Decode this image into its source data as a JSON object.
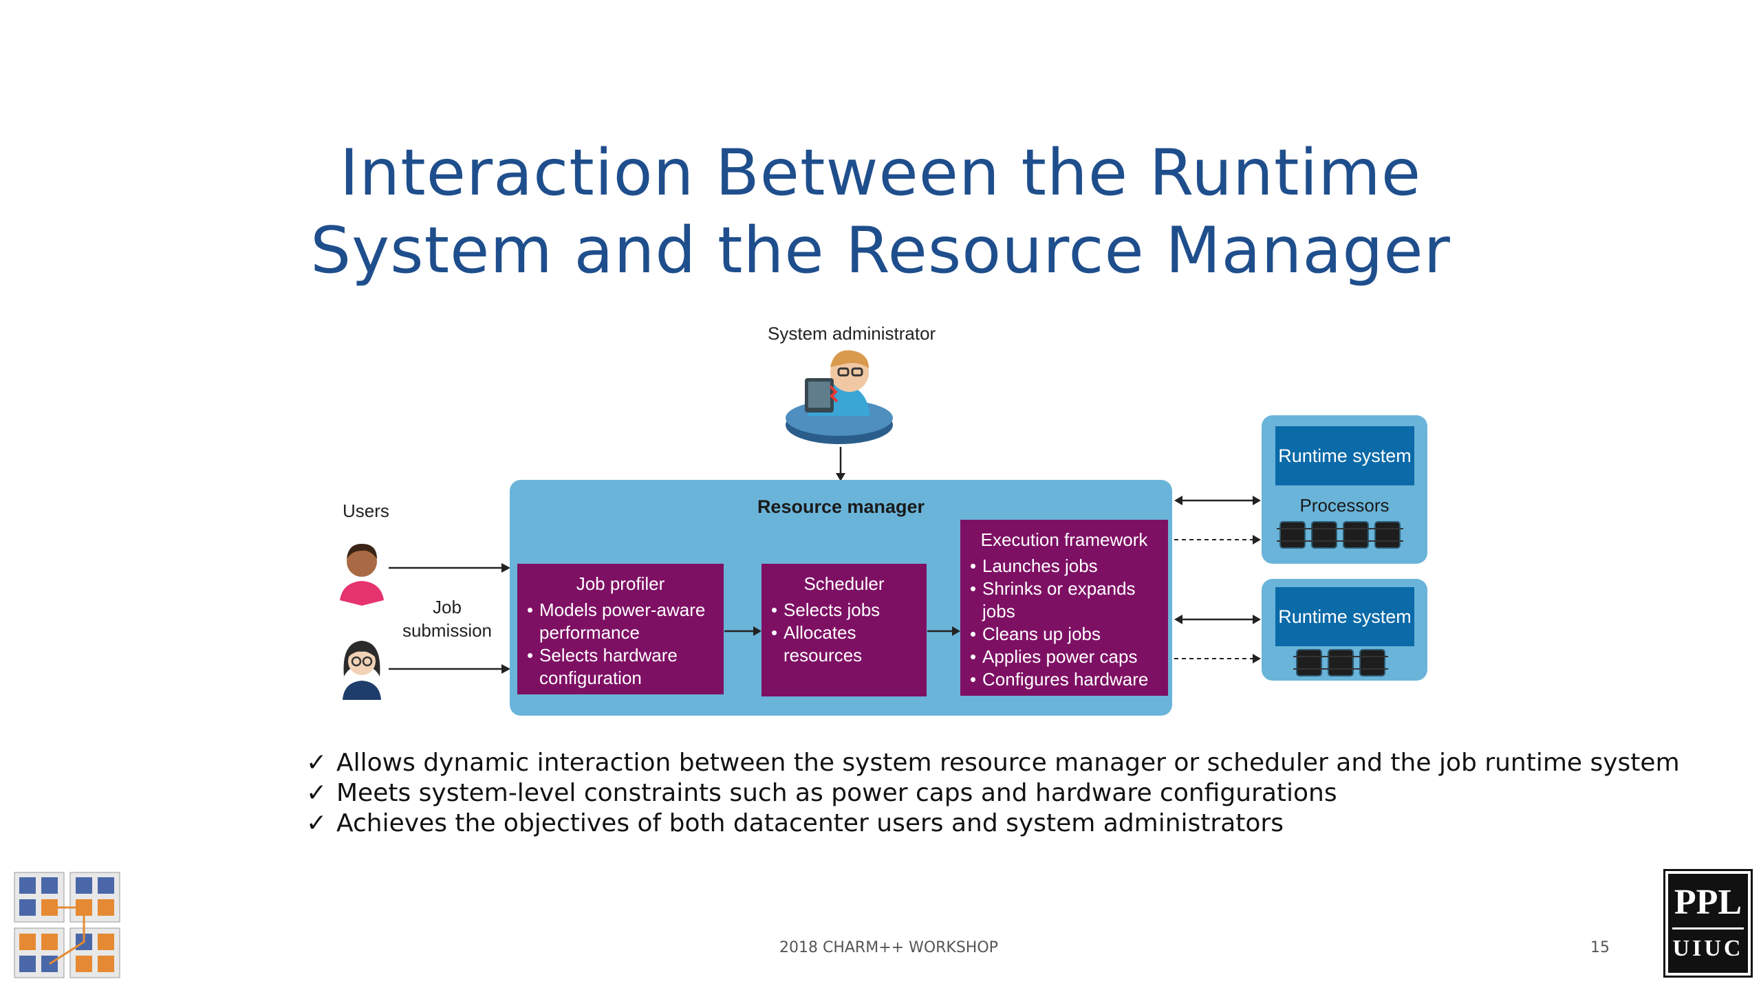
{
  "title": {
    "line1": "Interaction Between the Runtime",
    "line2": "System and the Resource Manager"
  },
  "diagram": {
    "system_admin_label": "System administrator",
    "users_label": "Users",
    "job_submission_line1": "Job",
    "job_submission_line2": "submission",
    "resource_manager": {
      "title": "Resource manager",
      "job_profiler": {
        "title": "Job profiler",
        "items": [
          "Models power-aware",
          "performance",
          "Selects hardware",
          "configuration"
        ]
      },
      "scheduler": {
        "title": "Scheduler",
        "items": [
          "Selects jobs",
          "Allocates",
          "resources"
        ]
      },
      "execution_framework": {
        "title": "Execution framework",
        "items": [
          "Launches jobs",
          "Shrinks or expands jobs",
          "Cleans up jobs",
          "Applies power caps",
          "Configures hardware"
        ]
      }
    },
    "runtime_top": {
      "title": "Runtime system",
      "processors_label": "Processors"
    },
    "runtime_bottom": {
      "title": "Runtime system"
    },
    "colors": {
      "light_blue": "#6ab4d9",
      "dark_blue": "#0b6aa8",
      "purple": "#7e1064",
      "title_blue": "#1f4e8c"
    }
  },
  "bullets": [
    "Allows dynamic interaction between the system resource manager or scheduler and the job runtime system",
    "Meets system-level constraints such as power caps and hardware configurations",
    "Achieves the objectives of both datacenter users and system administrators"
  ],
  "check_mark": "✓",
  "footer": {
    "workshop": "2018 CHARM++ WORKSHOP",
    "page_number": "15"
  },
  "logo": {
    "line1": "PPL",
    "line2": "UIUC"
  }
}
